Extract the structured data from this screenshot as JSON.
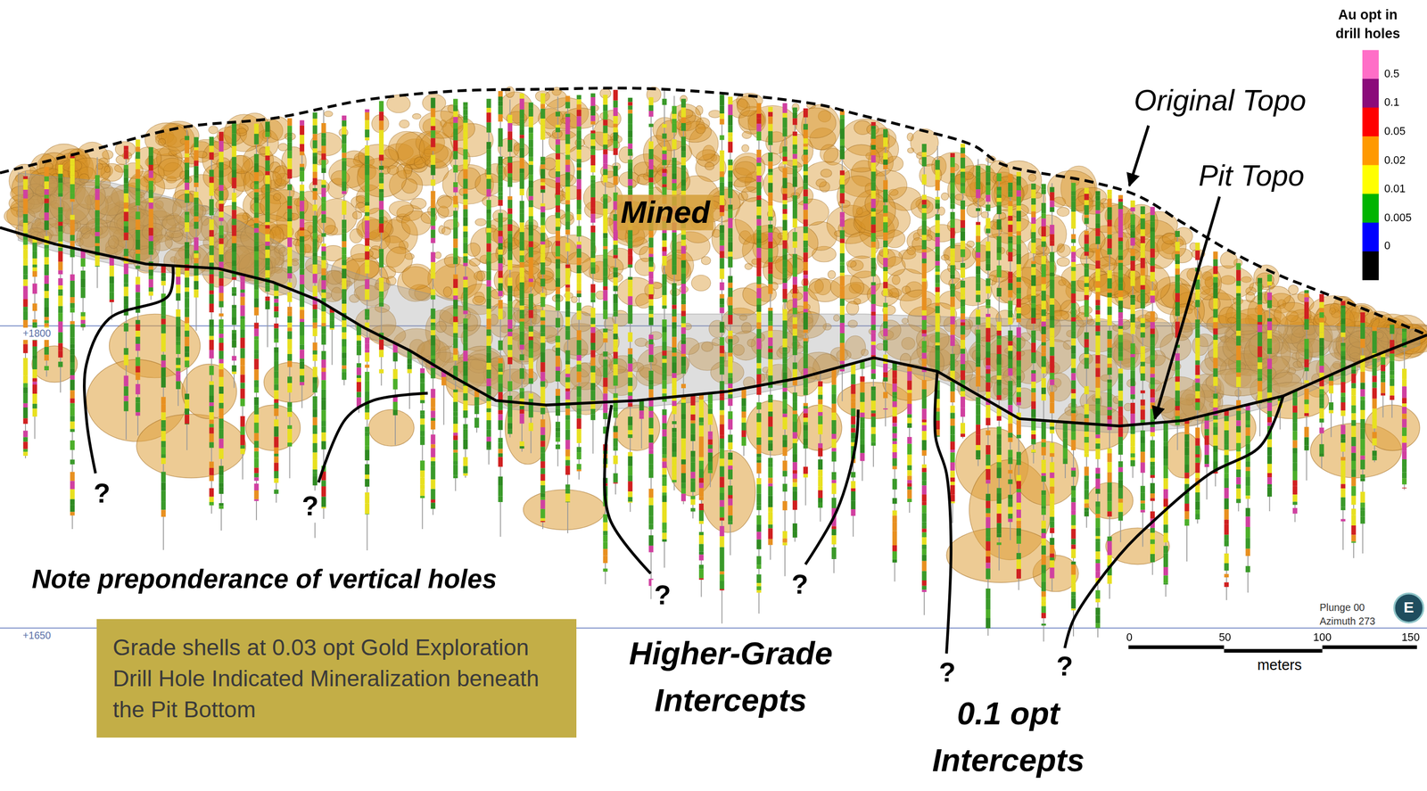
{
  "diagram": {
    "nodes": [
      {
        "text": [
          "Grade shells at 0.03 opt Gold Exploration Drill Hole Indicated Mineralization beneath the Pit Bottom"
        ]
      },
      {
        "text": [
          "E"
        ]
      }
    ],
    "labels": [
      "Au opt in drill holes",
      "Original Topo",
      "Pit Topo",
      "Mined",
      "+1800",
      "+1650",
      "?",
      "?",
      "?",
      "?",
      "?",
      "?",
      "Note preponderance of vertical holes",
      "Higher-Grade Intercepts",
      "0.1 opt Intercepts",
      "Plunge 00",
      "Azimuth 273",
      "0",
      "50",
      "100",
      "150",
      "meters"
    ],
    "legend": [
      {
        "text": "0.5",
        "color": "#ff6ec7"
      },
      {
        "text": "0.1",
        "color": "#8b0a7a"
      },
      {
        "text": "0.05",
        "color": "#ff0000"
      },
      {
        "text": "0.02",
        "color": "#ff9900"
      },
      {
        "text": "0.01",
        "color": "#ffff00"
      },
      {
        "text": "0.005",
        "color": "#00b400"
      },
      {
        "text": "0",
        "color": "#0000ff"
      }
    ]
  }
}
